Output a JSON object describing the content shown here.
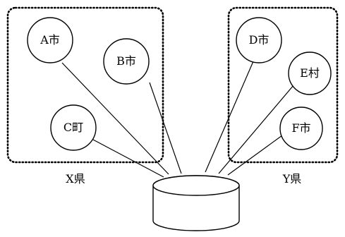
{
  "groups": [
    {
      "id": "X",
      "label": "X県"
    },
    {
      "id": "Y",
      "label": "Y県"
    }
  ],
  "nodes": [
    {
      "id": "A",
      "label": "A市"
    },
    {
      "id": "B",
      "label": "B市"
    },
    {
      "id": "C",
      "label": "C町"
    },
    {
      "id": "D",
      "label": "D市"
    },
    {
      "id": "E",
      "label": "E村"
    },
    {
      "id": "F",
      "label": "F市"
    }
  ]
}
